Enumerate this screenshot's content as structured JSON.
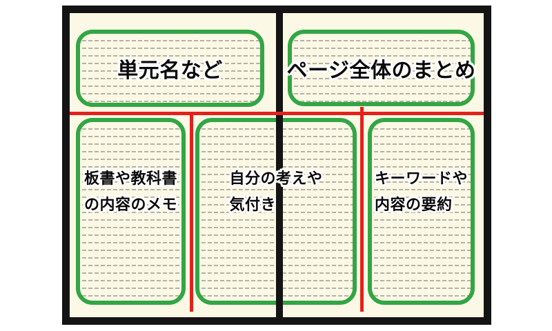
{
  "diagram": {
    "colors": {
      "page_background": "#ffffff",
      "paper": "#fcf8e6",
      "frame": "#141414",
      "green": "#32a644",
      "red": "#e3211b",
      "ruled_line": "#b5b2a4",
      "text": "#0a0a0a",
      "halo": "#ffffff"
    },
    "sections": {
      "top_left": {
        "label": "単元名など"
      },
      "top_right": {
        "label": "ページ全体のまとめ"
      },
      "bottom_left": {
        "lines": [
          "板書や教科書",
          "の内容のメモ"
        ]
      },
      "bottom_center": {
        "lines": [
          "自分の考えや",
          "気付き"
        ]
      },
      "bottom_right": {
        "lines": [
          "キーワードや",
          "内容の要約"
        ]
      }
    }
  }
}
